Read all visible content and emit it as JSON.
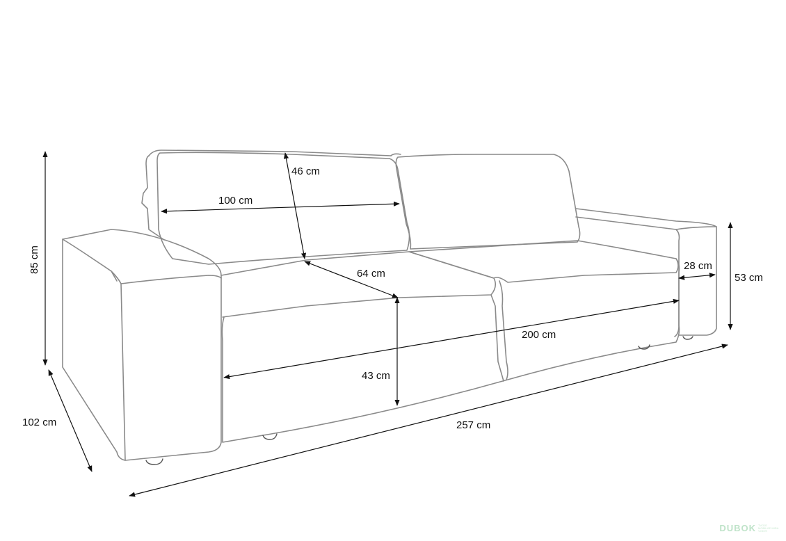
{
  "diagram": {
    "subject": "sofa",
    "line_color": "#8a8a8a",
    "dimension_color": "#111111"
  },
  "dimensions": {
    "back_cushion_height": "46 cm",
    "back_cushion_width": "100 cm",
    "seat_depth": "64 cm",
    "armrest_width": "28 cm",
    "total_height": "85 cm",
    "armrest_height": "53 cm",
    "seat_width": "200 cm",
    "seat_height": "43 cm",
    "total_depth": "102 cm",
    "total_width": "257 cm"
  },
  "watermark": {
    "brand": "DUBOK",
    "tagline": "TVOJE MOBILIJE MIRA VODITI"
  }
}
